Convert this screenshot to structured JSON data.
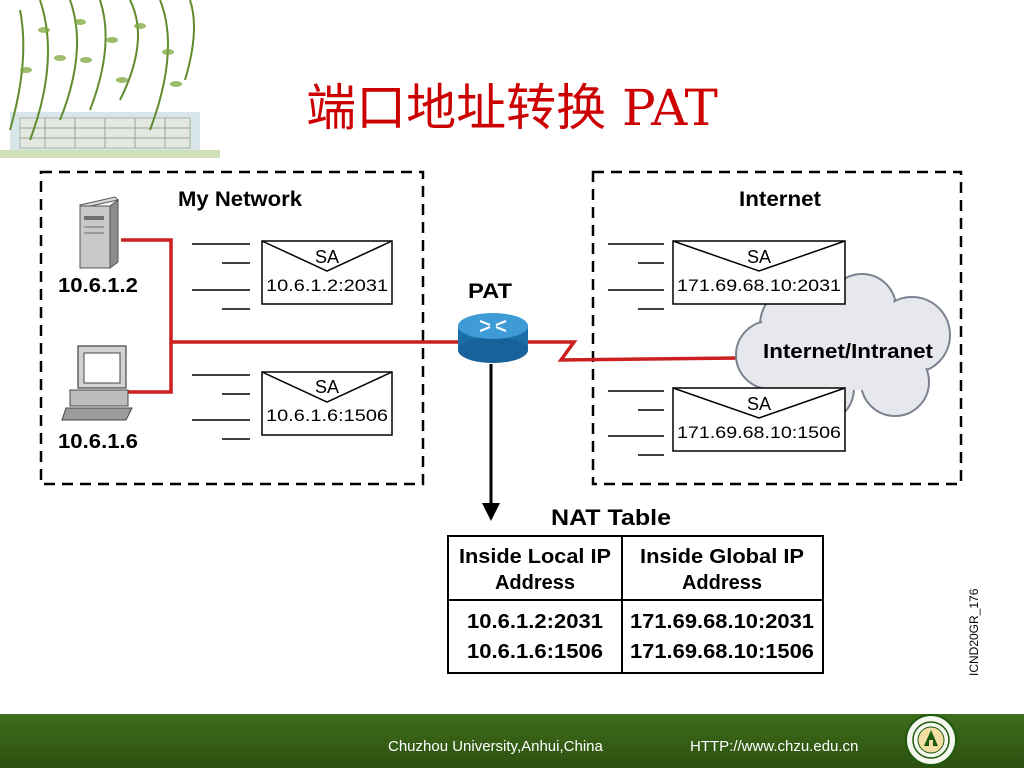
{
  "title": "端口地址转换 PAT",
  "my_network": {
    "label": "My Network",
    "hosts": [
      {
        "ip": "10.6.1.2"
      },
      {
        "ip": "10.6.1.6"
      }
    ],
    "packets": [
      {
        "header": "SA",
        "address": "10.6.1.2:2031"
      },
      {
        "header": "SA",
        "address": "10.6.1.6:1506"
      }
    ]
  },
  "router": {
    "label": "PAT"
  },
  "internet": {
    "label": "Internet",
    "cloud_label": "Internet/Intranet",
    "packets": [
      {
        "header": "SA",
        "address": "171.69.68.10:2031"
      },
      {
        "header": "SA",
        "address": "171.69.68.10:1506"
      }
    ]
  },
  "nat_table": {
    "title": "NAT Table",
    "headers": [
      [
        "Inside Local IP",
        "Address"
      ],
      [
        "Inside Global IP",
        "Address"
      ]
    ],
    "rows": [
      [
        "10.6.1.2:2031",
        "171.69.68.10:2031"
      ],
      [
        "10.6.1.6:1506",
        "171.69.68.10:1506"
      ]
    ]
  },
  "figure_code": "ICND20GR_176",
  "footer": {
    "university": "Chuzhou University,Anhui,China",
    "url": "HTTP://www.chzu.edu.cn"
  },
  "colors": {
    "title": "#cc0000",
    "link": "#cc1f1f",
    "router": "#1e7bb8",
    "footer": "#34581a"
  }
}
